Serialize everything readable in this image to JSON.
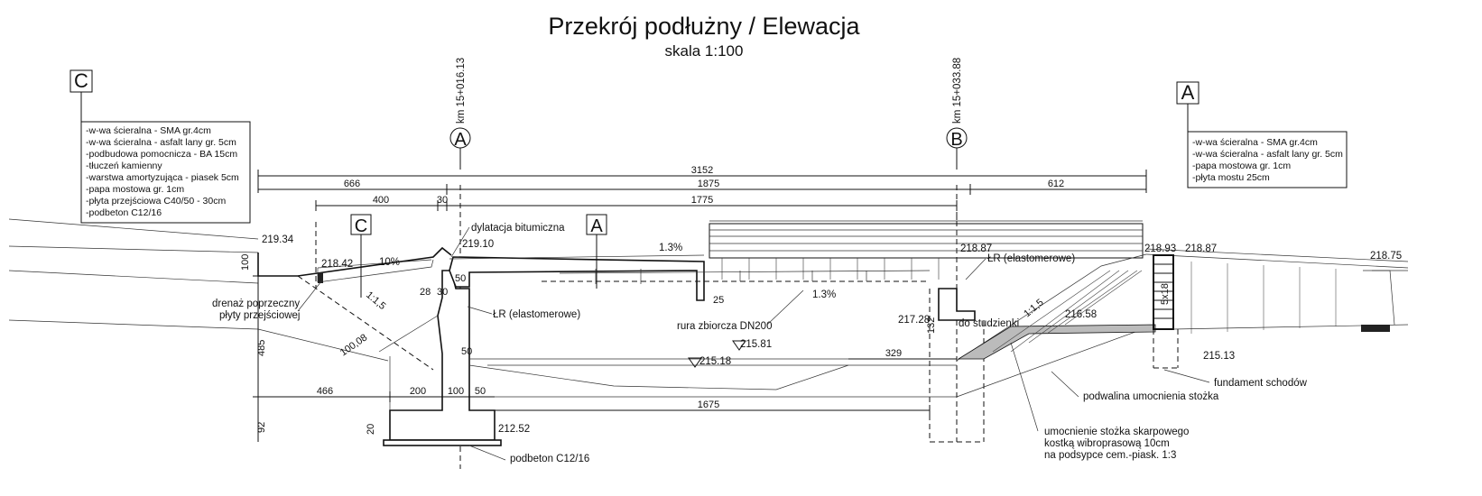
{
  "title": "Przekrój podłużny / Elewacja",
  "scale": "skala 1:100",
  "section_markers": {
    "c_top": "C",
    "a_top": "A",
    "c_mid": "C",
    "a_mid": "A"
  },
  "axis_markers": {
    "a": "A",
    "b": "B"
  },
  "chainage": {
    "a": "km 15+016.13",
    "b": "km 15+033.88"
  },
  "layers_left": [
    "-w-wa ścieralna - SMA gr.4cm",
    "-w-wa ścieralna - asfalt lany gr. 5cm",
    "-podbudowa pomocnicza - BA 15cm",
    "-tłuczeń kamienny",
    "-warstwa amortyzująca - piasek 5cm",
    "-papa mostowa gr. 1cm",
    "-płyta przejściowa C40/50 - 30cm",
    "-podbeton C12/16"
  ],
  "layers_right": [
    "-w-wa ścieralna - SMA gr.4cm",
    "-w-wa ścieralna - asfalt lany gr. 5cm",
    "-papa mostowa gr. 1cm",
    "-płyta mostu 25cm"
  ],
  "dimensions": {
    "total": "3152",
    "d666": "666",
    "d1875": "1875",
    "d612": "612",
    "d400": "400",
    "d30": "30",
    "d1775": "1775",
    "d100_left": "100",
    "d485": "485",
    "d92": "92",
    "d20": "20",
    "d466": "466",
    "d200": "200",
    "d100_bot": "100",
    "d50_bot": "50",
    "d1675": "1675",
    "d329": "329",
    "d132": "132",
    "d28": "28",
    "d30b": "30",
    "d50_top": "50",
    "d50_mid": "50",
    "d25": "25",
    "d100_08": "100,08",
    "slope_1_15": "1:1,5",
    "slope_1_15_r": "1:1,5",
    "stairs_w": "5x18"
  },
  "elevations": {
    "e21934": "219.34",
    "e21842": "218.42",
    "e21910": "219.10",
    "e21887": "218.87",
    "e21893": "218.93",
    "e21887b": "218.87",
    "e21875": "218.75",
    "e21728": "217.28",
    "e21658": "216.58",
    "e21581": "215.81",
    "e21518": "215.18",
    "e21513": "215.13",
    "e21252": "212.52"
  },
  "annotations": {
    "slope10": "10%",
    "slope13a": "1.3%",
    "slope13b": "1.3%",
    "dylatacja": "dylatacja bitumiczna",
    "drenaz1": "drenaż poprzeczny",
    "drenaz2": "płyty przejściowej",
    "lr_left": "ŁR (elastomerowe)",
    "lr_right": "ŁR (elastomerowe)",
    "rura": "rura zbiorcza DN200",
    "studzienki": "do studzienki",
    "fundament": "fundament schodów",
    "podwalina": "podwalina umocnienia stożka",
    "umocnienie1": "umocnienie stożka skarpowego",
    "umocnienie2": "kostką wibroprasową 10cm",
    "umocnienie3": "na podsypce cem.-piask. 1:3",
    "podbeton": "podbeton C12/16"
  }
}
